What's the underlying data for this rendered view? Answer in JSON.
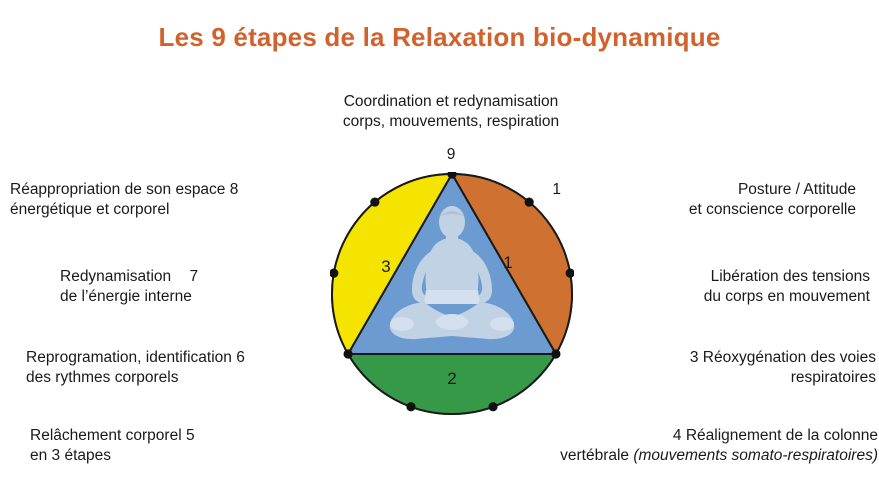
{
  "title": "Les 9 étapes de la Relaxation bio-dynamique",
  "colors": {
    "title": "#d2622c",
    "segment_orange": "#cf7130",
    "segment_green": "#359948",
    "segment_yellow": "#f5e400",
    "triangle_blue": "#6b9bd1",
    "figure": "#c8d5e4",
    "outline": "#1a1a1a",
    "label_text": "#1a1a1a"
  },
  "diagram": {
    "type": "circle-triangle-wheel",
    "segment_labels": [
      {
        "id": "segment-1",
        "number": "1",
        "color": "#cf7130"
      },
      {
        "id": "segment-2",
        "number": "2",
        "color": "#359948"
      },
      {
        "id": "segment-3",
        "number": "3",
        "color": "#f5e400"
      }
    ],
    "center_figure": "meditating-lotus-figure",
    "marker_count": 9
  },
  "labels": {
    "top": {
      "number": "9",
      "line1": "Coordination et redynamisation",
      "line2": "corps, mouvements, respiration"
    },
    "one": {
      "number": "1",
      "line1": "Posture / Attitude",
      "line2": "et conscience corporelle"
    },
    "two": {
      "number": "",
      "line1": "Libération des tensions",
      "line2": "du corps en mouvement"
    },
    "three": {
      "number": "3",
      "line1": "Réoxygénation des voies",
      "line2": "respiratoires"
    },
    "four": {
      "number": "4",
      "line1": "Réalignement de la colonne",
      "line2": "vertébrale ",
      "line2_italic": "(mouvements somato-respiratoires)"
    },
    "five": {
      "number": "5",
      "line1": "Relâchement corporel",
      "line2": "en 3 étapes"
    },
    "six": {
      "number": "6",
      "line1": "Reprogramation, identification",
      "line2": "des rythmes corporels"
    },
    "seven": {
      "number": "7",
      "line1": "Redynamisation",
      "line2": "de l’énergie interne"
    },
    "eight": {
      "number": "8",
      "line1": "Réappropriation de son espace",
      "line2": "énergétique et corporel"
    }
  }
}
